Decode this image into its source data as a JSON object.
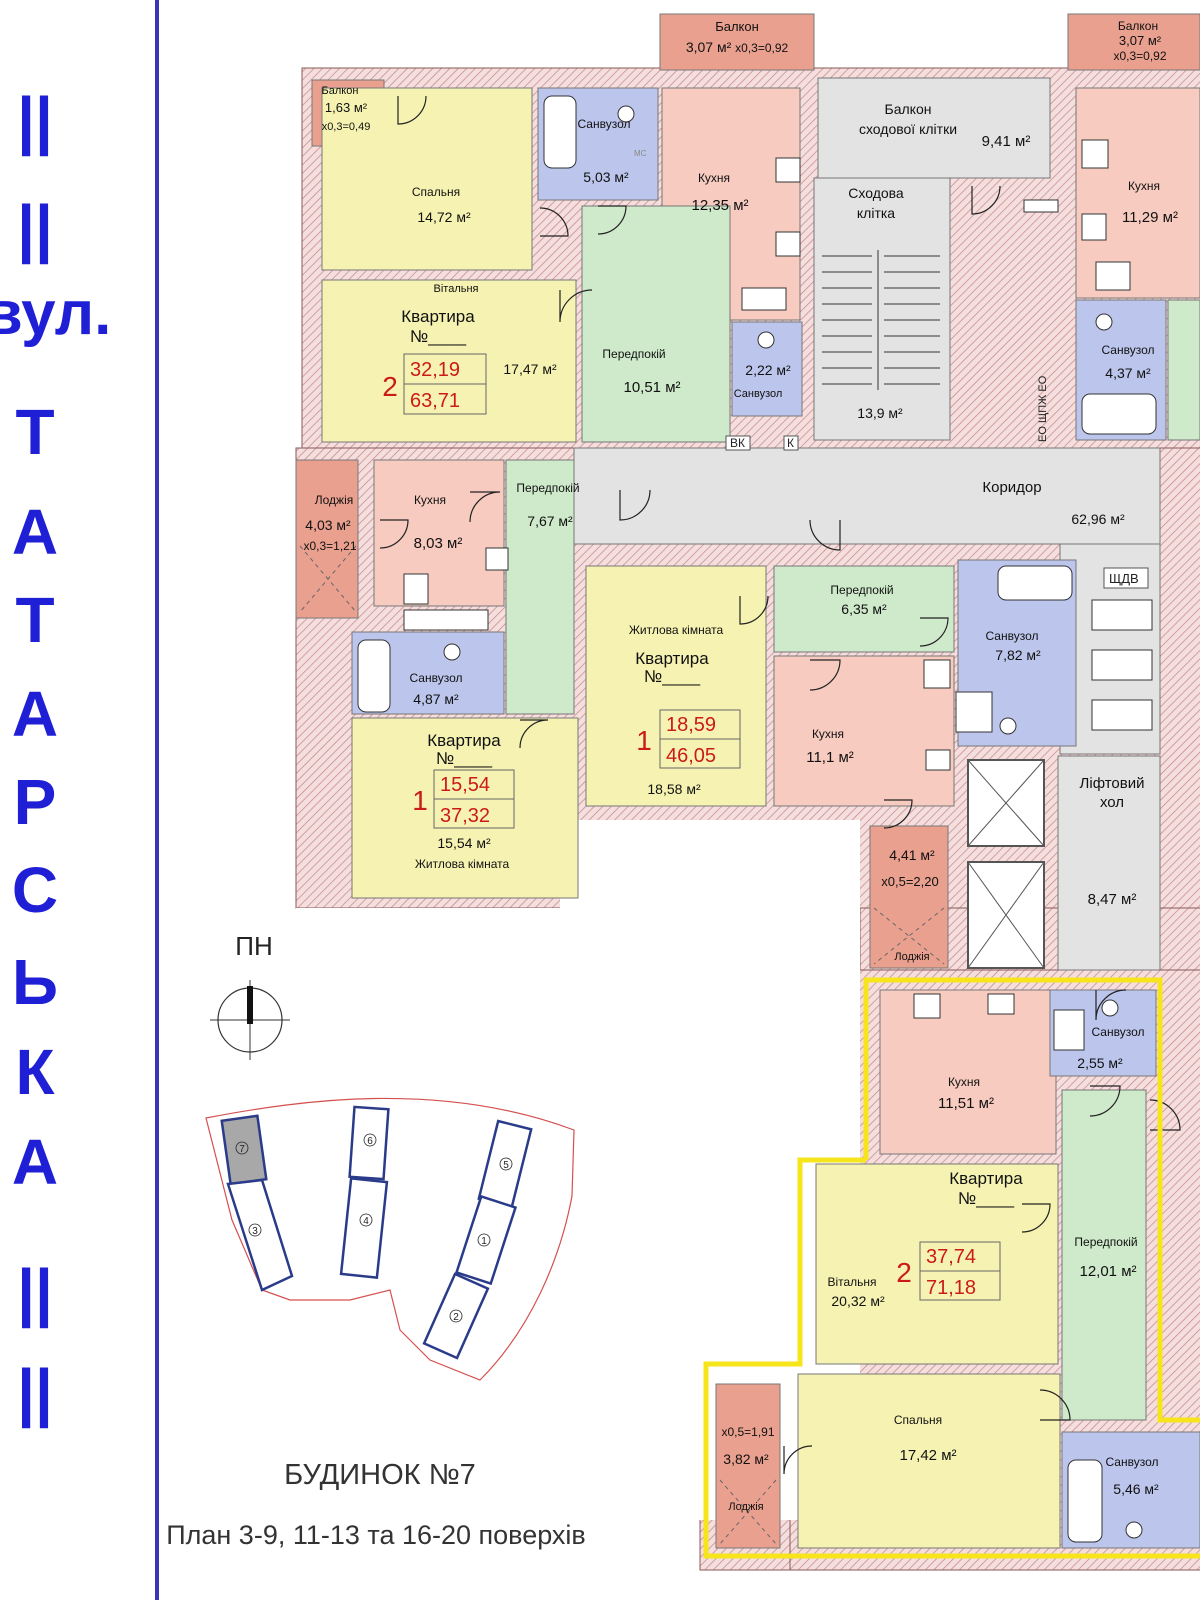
{
  "street": {
    "marks_top": [
      "||",
      "||"
    ],
    "prefix": "вул.",
    "letters": [
      "Т",
      "А",
      "Т",
      "А",
      "Р",
      "С",
      "Ь",
      "К",
      "А"
    ],
    "marks_bottom": [
      "||",
      "||"
    ]
  },
  "rooms": [
    {
      "id": "balcony-top",
      "name": "Балкон",
      "area": "3,07 м²",
      "coef": "х0,3=0,92"
    },
    {
      "id": "balcony-top-right",
      "name": "Балкон",
      "area": "3,07 м²",
      "coef": "х0,3=0,92"
    },
    {
      "id": "balcony-small",
      "name": "Балкон",
      "area": "1,63 м²",
      "coef": "х0,3=0,49"
    },
    {
      "id": "bedroom-a",
      "name": "Спальня",
      "area": "14,72 м²"
    },
    {
      "id": "bath-a",
      "name": "Санвузол",
      "area": "5,03 м²"
    },
    {
      "id": "kitchen-a",
      "name": "Кухня",
      "area": "12,35 м²"
    },
    {
      "id": "stair-balcony",
      "name": "Балкон сходової клітки",
      "area": "9,41 м²"
    },
    {
      "id": "stairwell",
      "name": "Сходова клітка",
      "area": "13,9 м²"
    },
    {
      "id": "kitchen-right",
      "name": "Кухня",
      "area": "11,29 м²"
    },
    {
      "id": "living-a",
      "name": "Вітальня",
      "area": "17,47 м²"
    },
    {
      "id": "hall-a",
      "name": "Передпокій",
      "area": "10,51 м²"
    },
    {
      "id": "wc-a",
      "name": "Санвузол",
      "area": "2,22 м²"
    },
    {
      "id": "bath-right",
      "name": "Санвузол",
      "area": "4,37 м²"
    },
    {
      "id": "loggia-a",
      "name": "Лоджія",
      "area": "4,03 м²",
      "coef": "х0,3=1,21"
    },
    {
      "id": "kitchen-b",
      "name": "Кухня",
      "area": "8,03 м²"
    },
    {
      "id": "hall-b",
      "name": "Передпокій",
      "area": "7,67 м²"
    },
    {
      "id": "corridor",
      "name": "Коридор",
      "area": "62,96 м²"
    },
    {
      "id": "hall-c",
      "name": "Передпокій",
      "area": "6,35 м²"
    },
    {
      "id": "bath-c",
      "name": "Санвузол",
      "area": "7,82 м²"
    },
    {
      "id": "living-c",
      "name": "Житлова кімната",
      "area": "18,58 м²"
    },
    {
      "id": "bath-b",
      "name": "Санвузол",
      "area": "4,87 м²"
    },
    {
      "id": "kitchen-c",
      "name": "Кухня",
      "area": "11,1 м²"
    },
    {
      "id": "living-b",
      "name": "Житлова кімната",
      "area": "15,54 м²"
    },
    {
      "id": "lift-hall",
      "name": "Ліфтовий хол",
      "area": "8,47 м²"
    },
    {
      "id": "loggia-c",
      "name": "Лоджія",
      "area": "4,41 м²",
      "coef": "х0,5=2,20"
    },
    {
      "id": "kitchen-d",
      "name": "Кухня",
      "area": "11,51 м²"
    },
    {
      "id": "wc-d",
      "name": "Санвузол",
      "area": "2,55 м²"
    },
    {
      "id": "living-d",
      "name": "Вітальня",
      "area": "20,32 м²"
    },
    {
      "id": "hall-d",
      "name": "Передпокій",
      "area": "12,01 м²"
    },
    {
      "id": "loggia-d",
      "name": "Лоджія",
      "area": "3,82 м²",
      "coef": "х0,5=1,91"
    },
    {
      "id": "bedroom-d",
      "name": "Спальня",
      "area": "17,42 м²"
    },
    {
      "id": "bath-d",
      "name": "Санвузол",
      "area": "5,46 м²"
    }
  ],
  "apartments": [
    {
      "id": "apt-a",
      "label": "Квартира",
      "number": "№____",
      "rooms": "2",
      "living_area": "32,19",
      "total_area": "63,71"
    },
    {
      "id": "apt-b",
      "label": "Квартира",
      "number": "№____",
      "rooms": "1",
      "living_area": "15,54",
      "total_area": "37,32"
    },
    {
      "id": "apt-c",
      "label": "Квартира",
      "number": "№____",
      "rooms": "1",
      "living_area": "18,59",
      "total_area": "46,05"
    },
    {
      "id": "apt-d",
      "label": "Квартира",
      "number": "№____",
      "rooms": "2",
      "living_area": "37,74",
      "total_area": "71,18"
    }
  ],
  "tags": {
    "vk": "ВК",
    "k": "К",
    "shdv": "ЩДВ",
    "eo": "ЕО ЩПЖ ЕО",
    "mc": "МС"
  },
  "north": {
    "label": "ПН"
  },
  "site_plan": {
    "buildings": [
      "1",
      "2",
      "3",
      "4",
      "5",
      "6",
      "7"
    ]
  },
  "caption": {
    "building": "БУДИНОК №7",
    "floors": "План 3-9, 11-13 та 16-20 поверхів"
  },
  "colors": {
    "bedroom": "#f6f3b2",
    "kitchen": "#f7cbbf",
    "bath": "#bcc6ec",
    "hall": "#cfeacb",
    "corridor": "#e3e3e3",
    "loggia": "#e9a08f",
    "highlight": "#f7e51b",
    "street": "#1f1fd6",
    "wall": "#f0d4d4",
    "wall_edge": "#9a6060"
  }
}
